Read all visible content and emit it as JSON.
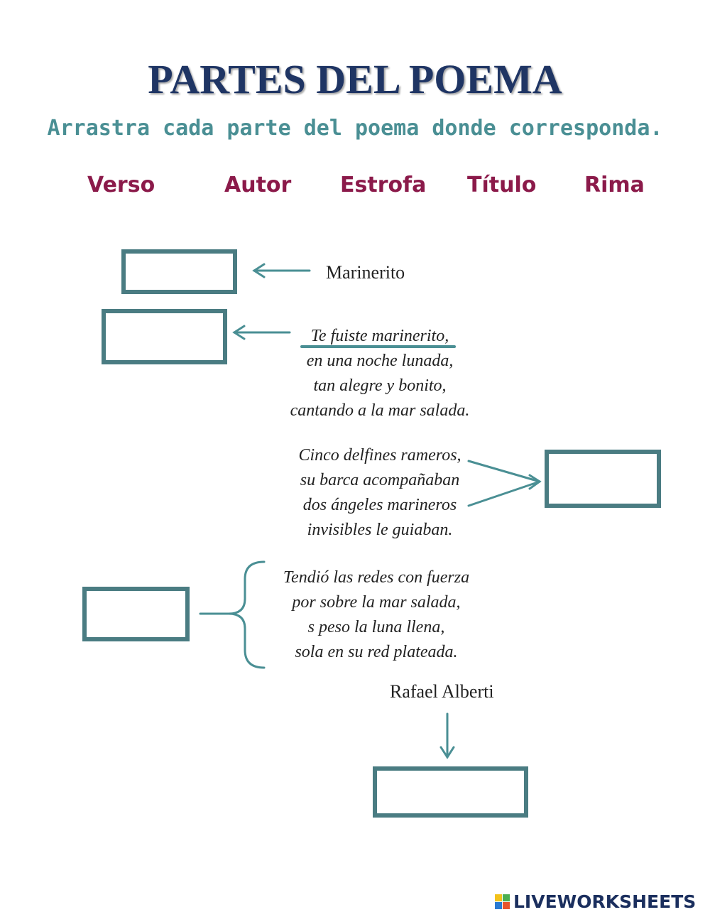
{
  "header": {
    "title": "PARTES DEL POEMA",
    "instruction": "Arrastra cada parte del poema donde corresponda."
  },
  "word_bank": [
    "Verso",
    "Autor",
    "Estrofa",
    "Título",
    "Rima"
  ],
  "poem": {
    "title": "Marinerito",
    "stanza1": [
      "Te fuiste marinerito,",
      "en una noche lunada,",
      "tan alegre y bonito,",
      "cantando a la mar salada."
    ],
    "stanza2": [
      "Cinco delfines rameros,",
      "su barca acompañaban",
      "dos ángeles marineros",
      "invisibles le guiaban."
    ],
    "stanza3": [
      "Tendió las redes con fuerza",
      "por sobre la mar salada,",
      "s peso la luna llena,",
      "sola en su red plateada."
    ],
    "author": "Rafael Alberti"
  },
  "drop_boxes": [
    {
      "target": "title"
    },
    {
      "target": "verse"
    },
    {
      "target": "rhyme"
    },
    {
      "target": "stanza"
    },
    {
      "target": "author"
    }
  ],
  "branding": {
    "logo_text": "LIVEWORKSHEETS"
  },
  "colors": {
    "title": "#1f3564",
    "instruction": "#4a8f94",
    "words": "#8b1a4a",
    "box_border": "#4a7c82",
    "arrows": "#4a8f94"
  }
}
